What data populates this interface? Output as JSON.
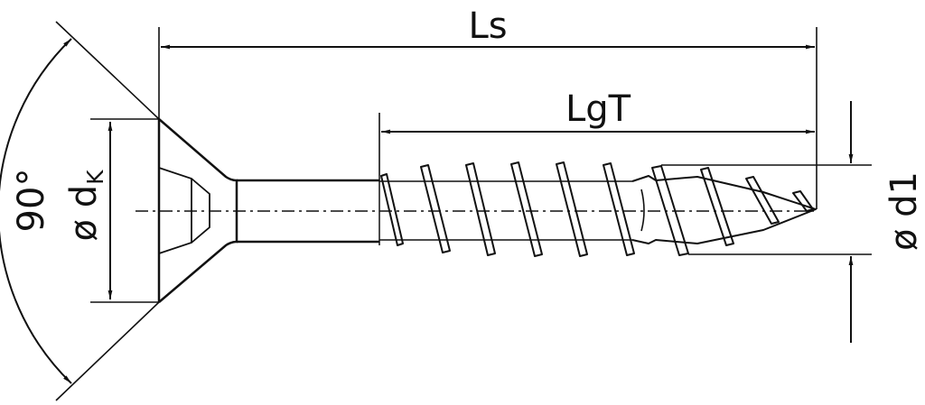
{
  "labels": {
    "overall_length": "Ls",
    "thread_length": "LgT",
    "angle": "90°",
    "head_diameter_prefix": "ø d",
    "head_diameter_subscript": "K",
    "thread_diameter": "ø d1"
  },
  "colors": {
    "line": "#111111",
    "background": "#ffffff"
  },
  "icons": {
    "dimension_arrow": "filled-triangle-arrowhead"
  }
}
